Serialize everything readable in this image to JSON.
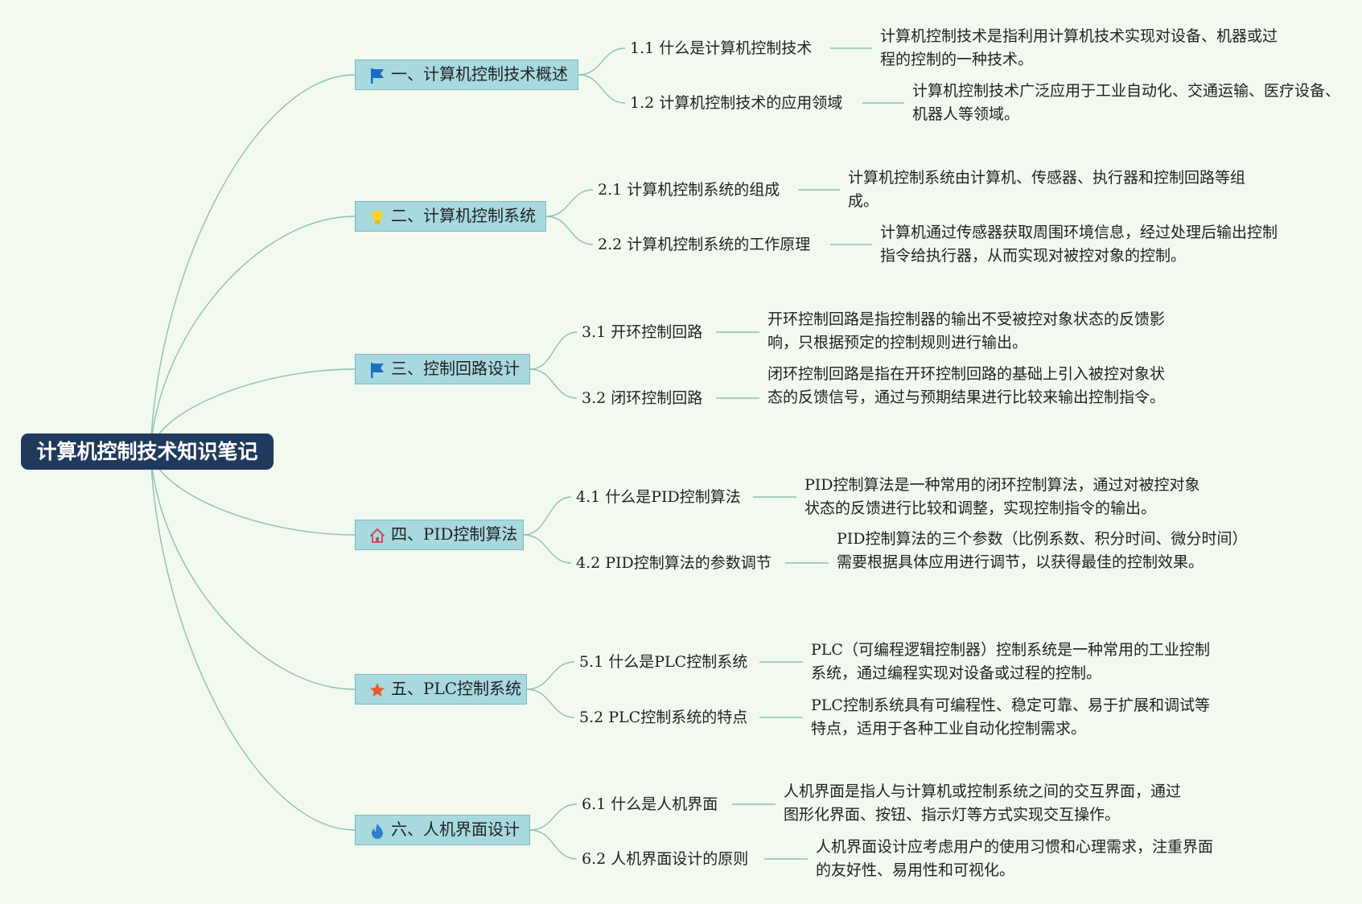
{
  "root": {
    "title": "计算机控制技术知识笔记"
  },
  "colors": {
    "background": "#f2f9ef",
    "root": "#1f3a5c",
    "topic": "#a7d9df",
    "line": "#8fbfb0"
  },
  "topics": [
    {
      "label": "一、计算机控制技术概述",
      "icon": "flag-icon",
      "subs": [
        {
          "label": "1.1 什么是计算机控制技术",
          "detail": "计算机控制技术是指利用计算机技术实现对设备、机器或过程的控制的一种技术。"
        },
        {
          "label": "1.2 计算机控制技术的应用领域",
          "detail": "计算机控制技术广泛应用于工业自动化、交通运输、医疗设备、机器人等领域。"
        }
      ]
    },
    {
      "label": "二、计算机控制系统",
      "icon": "lightbulb-icon",
      "subs": [
        {
          "label": "2.1 计算机控制系统的组成",
          "detail": "计算机控制系统由计算机、传感器、执行器和控制回路等组成。"
        },
        {
          "label": "2.2 计算机控制系统的工作原理",
          "detail": "计算机通过传感器获取周围环境信息，经过处理后输出控制指令给执行器，从而实现对被控对象的控制。"
        }
      ]
    },
    {
      "label": "三、控制回路设计",
      "icon": "flag-icon",
      "subs": [
        {
          "label": "3.1 开环控制回路",
          "detail": "开环控制回路是指控制器的输出不受被控对象状态的反馈影响，只根据预定的控制规则进行输出。"
        },
        {
          "label": "3.2 闭环控制回路",
          "detail": "闭环控制回路是指在开环控制回路的基础上引入被控对象状态的反馈信号，通过与预期结果进行比较来输出控制指令。"
        }
      ]
    },
    {
      "label": "四、PID控制算法",
      "icon": "home-icon",
      "subs": [
        {
          "label": "4.1 什么是PID控制算法",
          "detail": "PID控制算法是一种常用的闭环控制算法，通过对被控对象状态的反馈进行比较和调整，实现控制指令的输出。"
        },
        {
          "label": "4.2 PID控制算法的参数调节",
          "detail": "PID控制算法的三个参数（比例系数、积分时间、微分时间）需要根据具体应用进行调节，以获得最佳的控制效果。"
        }
      ]
    },
    {
      "label": "五、PLC控制系统",
      "icon": "star-icon",
      "subs": [
        {
          "label": "5.1 什么是PLC控制系统",
          "detail": "PLC（可编程逻辑控制器）控制系统是一种常用的工业控制系统，通过编程实现对设备或过程的控制。"
        },
        {
          "label": "5.2 PLC控制系统的特点",
          "detail": "PLC控制系统具有可编程性、稳定可靠、易于扩展和调试等特点，适用于各种工业自动化控制需求。"
        }
      ]
    },
    {
      "label": "六、人机界面设计",
      "icon": "flame-icon",
      "subs": [
        {
          "label": "6.1 什么是人机界面",
          "detail": "人机界面是指人与计算机或控制系统之间的交互界面，通过图形化界面、按钮、指示灯等方式实现交互操作。"
        },
        {
          "label": "6.2 人机界面设计的原则",
          "detail": "人机界面设计应考虑用户的使用习惯和心理需求，注重界面的友好性、易用性和可视化。"
        }
      ]
    }
  ]
}
